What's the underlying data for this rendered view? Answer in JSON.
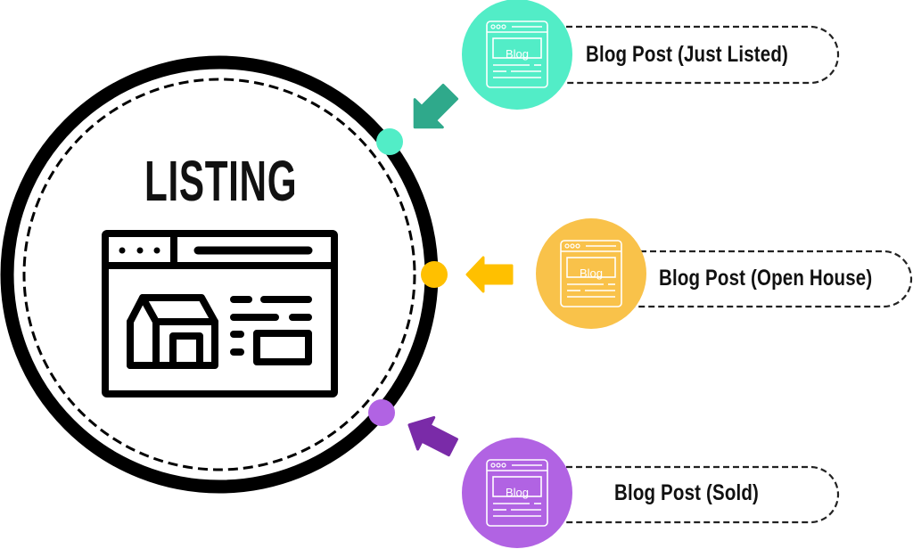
{
  "center": {
    "title": "LISTING",
    "icon": "listing-browser-house-icon"
  },
  "colors": {
    "teal": "#52EDC7",
    "teal_arrow": "#2FA98B",
    "yellow_circle": "#F9C24A",
    "yellow_accent": "#FFC000",
    "purple_circle": "#B163E3",
    "purple_arrow": "#7A2BA8",
    "outline": "#111111"
  },
  "nodes": [
    {
      "label": "Blog Post (Just Listed)",
      "icon_text": "Blog",
      "icon": "blog-browser-icon",
      "color": "teal"
    },
    {
      "label": "Blog Post (Open House)",
      "icon_text": "Blog",
      "icon": "blog-browser-icon",
      "color": "yellow"
    },
    {
      "label": "Blog Post (Sold)",
      "icon_text": "Blog",
      "icon": "blog-browser-icon",
      "color": "purple"
    }
  ]
}
